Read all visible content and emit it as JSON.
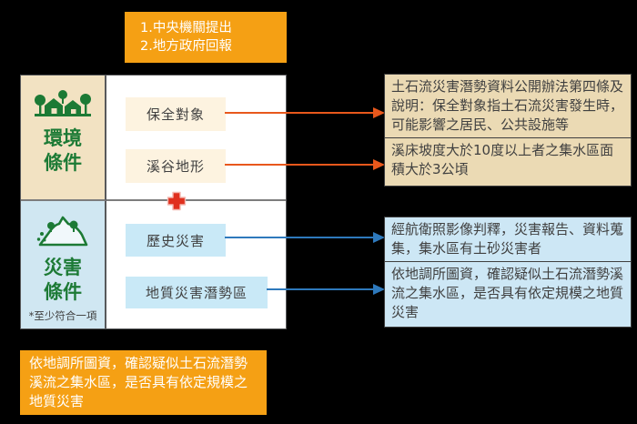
{
  "top_note": {
    "line1": "1.中央機關提出",
    "line2": "2.地方政府回報"
  },
  "table": {
    "env": {
      "label": "環境條件",
      "items": {
        "safeguard": "保全對象",
        "valley": "溪谷地形"
      }
    },
    "hazard": {
      "label": "災害條件",
      "note": "*至少符合一項",
      "items": {
        "history": "歷史災害",
        "geo": "地質災害潛勢區"
      }
    }
  },
  "details": {
    "env_law": "土石流災害潛勢資料公開辦法第四條及說明：保全對象指土石流災害發生時，可能影響之居民、公共設施等",
    "env_slope": "溪床坡度大於10度以上者之集水區面積大於3公頃",
    "haz_history": "經航衛照影像判釋，災害報告、資料蒐集，集水區有土砂災害者",
    "haz_geo": "依地調所圖資，確認疑似土石流潛勢溪流之集水區，是否具有依定規模之地質災害"
  },
  "bottom_note": {
    "text": "依地調所圖資，確認疑似土石流潛勢溪流之集水區，是否具有依定規模之地質災害"
  },
  "icons": {
    "env": "houses-and-trees-icon",
    "hazard": "landslide-hill-icon",
    "plus": "red-plus-icon"
  },
  "colors": {
    "orange": "#F5A014",
    "env_beige": "#F2E2C2",
    "env_item_cream": "#FDF3E0",
    "hazard_blue": "#D0E7F2",
    "hazard_item_blue": "#C9E9F7",
    "detail_beige": "#EBDAB4",
    "detail_blue": "#CDE7F5",
    "green": "#1C7A35",
    "orange_arrow": "#E8581C",
    "blue_arrow": "#2E79BC",
    "plus_red": "#E0301E",
    "grid_gray": "#58595B"
  }
}
